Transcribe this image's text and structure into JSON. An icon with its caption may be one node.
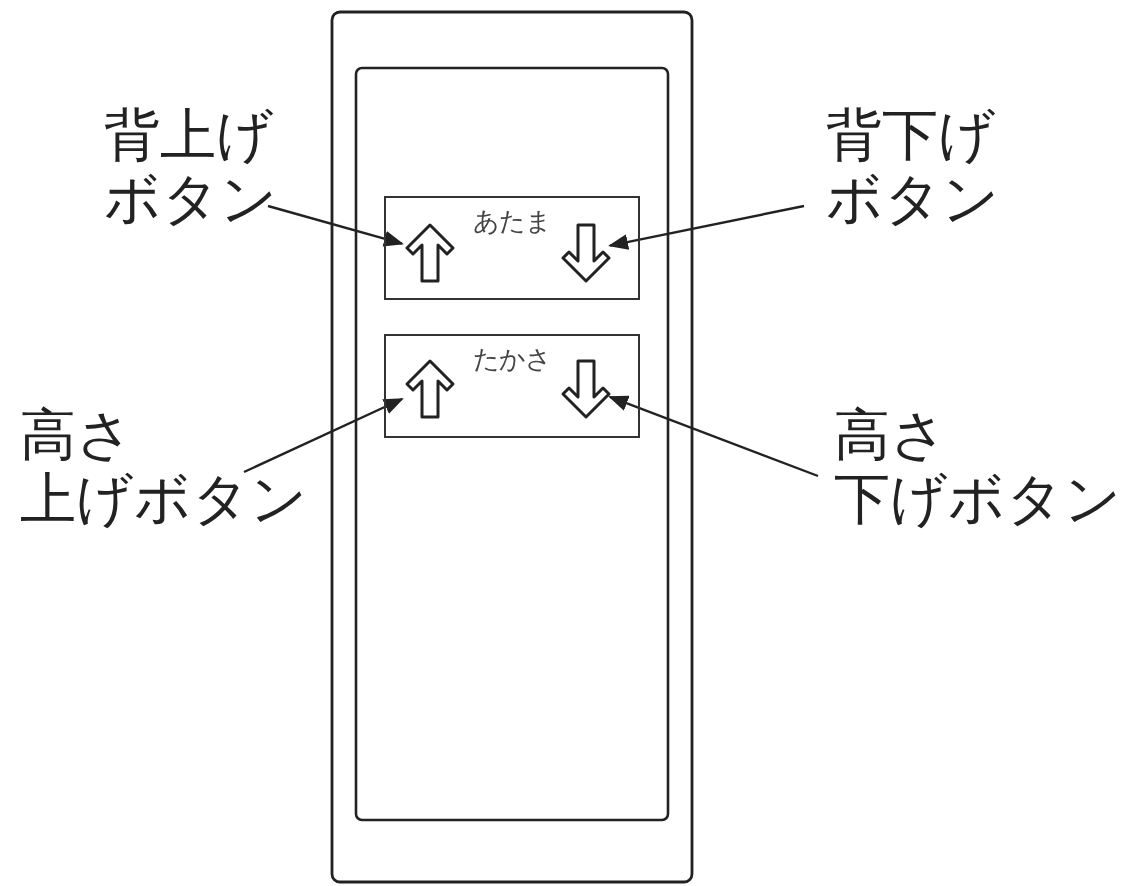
{
  "diagram": {
    "nodes": [
      {
        "text": [
          "背上げボタン"
        ]
      },
      {
        "text": [
          "あたま"
        ]
      },
      {
        "text": [],
        "shape": "arrow",
        "in": 1
      },
      {
        "text": [],
        "shape": "arrow",
        "in": 1
      },
      {
        "text": [
          "背下げボタン"
        ]
      },
      {
        "text": [
          "高さ上げボタン"
        ]
      },
      {
        "text": [
          "たかさ"
        ]
      },
      {
        "text": [],
        "shape": "arrow",
        "in": 6
      },
      {
        "text": [],
        "shape": "arrow",
        "in": 6
      },
      {
        "text": [
          "高さ下げボタン"
        ]
      }
    ],
    "edges": [
      {
        "from": 0,
        "to": 2,
        "arrow": "to"
      },
      {
        "from": 4,
        "to": 3,
        "arrow": "to"
      },
      {
        "from": 5,
        "to": 7,
        "arrow": "to"
      },
      {
        "from": 9,
        "to": 8,
        "arrow": "to"
      }
    ]
  }
}
